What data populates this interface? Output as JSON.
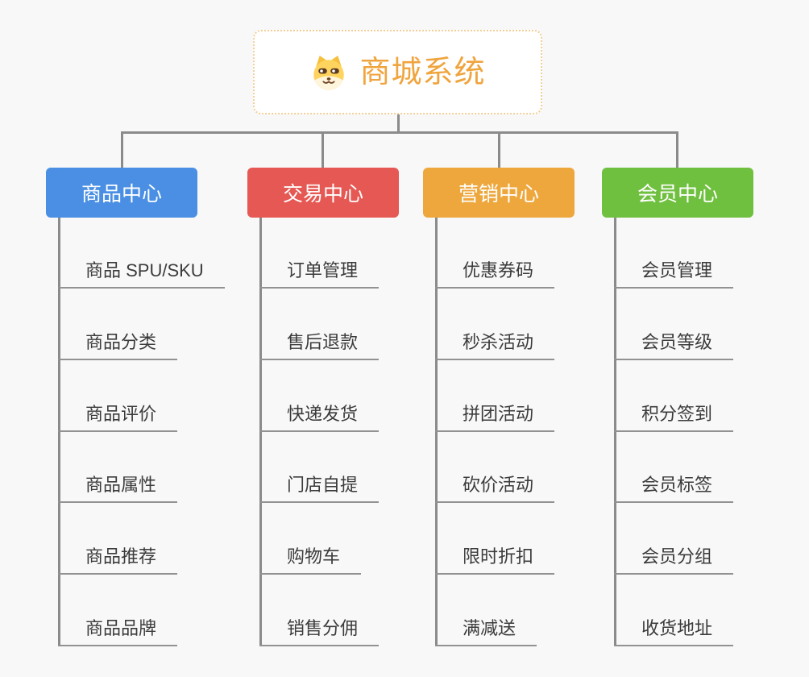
{
  "root": {
    "title": "商城系统",
    "icon": "dog-face-icon"
  },
  "branches": [
    {
      "label": "商品中心",
      "color": "#4A8FE3",
      "children": [
        "商品 SPU/SKU",
        "商品分类",
        "商品评价",
        "商品属性",
        "商品推荐",
        "商品品牌"
      ]
    },
    {
      "label": "交易中心",
      "color": "#E65853",
      "children": [
        "订单管理",
        "售后退款",
        "快递发货",
        "门店自提",
        "购物车",
        "销售分佣"
      ]
    },
    {
      "label": "营销中心",
      "color": "#EEA73D",
      "children": [
        "优惠券码",
        "秒杀活动",
        "拼团活动",
        "砍价活动",
        "限时折扣",
        "满减送"
      ]
    },
    {
      "label": "会员中心",
      "color": "#70C040",
      "children": [
        "会员管理",
        "会员等级",
        "积分签到",
        "会员标签",
        "会员分组",
        "收货地址"
      ]
    }
  ],
  "colors": {
    "background": "#F8F8F8",
    "connector": "#8B8B8B",
    "underline": "#929292",
    "child_text": "#3B3B3B",
    "root_text": "#F0A43D",
    "root_border": "#F3CF97"
  }
}
